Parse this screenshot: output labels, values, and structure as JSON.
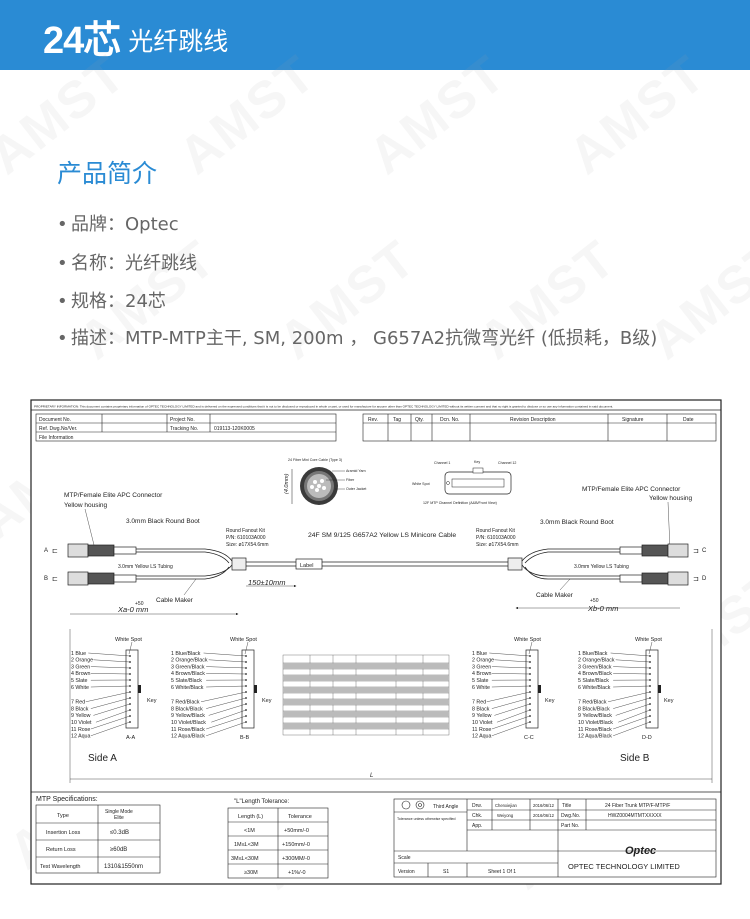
{
  "header": {
    "title_big": "24芯",
    "title_small": "光纤跳线"
  },
  "section": {
    "title": "产品简介"
  },
  "bullets": [
    "品牌：Optec",
    "名称：光纤跳线",
    "规格：24芯",
    "描述：MTP-MTP主干, SM, 200m ，  G657A2抗微弯光纤 (低损耗，B级)"
  ],
  "watermark": "AMST",
  "drawing": {
    "prop_note": "PROPRIETARY INFORMATION: This document contains proprietary information of OPTEC TECHNOLOGY LIMITED and is delivered on the expressed conditions that it is not to be disclosed or reproduced in whole or part, or used for manufacture for anyone other than OPTEC TECHNOLOGY LIMITED without its written consent and that no right is granted to disclose or so use any information contained in said document.",
    "title_rows": [
      [
        "Document No.",
        "",
        "Project No.",
        ""
      ],
      [
        "Ref. Dwg.No/Ver.",
        "",
        "Tracking No.",
        "019113-120K0005"
      ],
      [
        "File Information",
        "",
        "",
        ""
      ]
    ],
    "rev_headers": [
      "Rev.",
      "Tag",
      "Qty.",
      "Dcn. No.",
      "Revision Description",
      "Signature",
      "Date"
    ],
    "left_connector": [
      "MTP/Female Elite APC Connector",
      "Yellow housing"
    ],
    "right_connector": [
      "MTP/Female Elite APC Connector",
      "Yellow housing"
    ],
    "boot": "3.0mm Black Round Boot",
    "tubing": "3.0mm Yellow LS Tubing",
    "cable_maker": "Cable Maker",
    "fanout": [
      "Round Fanout Kit",
      "P/N: 610103A000",
      "Size: ø17X54.6mm"
    ],
    "main_cable": "24F SM 9/125  G657A2 Yellow LS Minicore Cable",
    "label": "Label",
    "dim_label": "150±10mm",
    "xa": "Xa-0 mm",
    "xb": "Xb-0 mm",
    "tol": "+50",
    "end_labels": {
      "a": "A",
      "b": "B",
      "c": "C",
      "d": "D"
    },
    "cross_section": {
      "title": "24 Fiber Mini Core Cable (Type 3)",
      "labels": [
        "Aramid Yarn",
        "Fiber",
        "Outer Jacket"
      ],
      "dim": "(4.0mm)"
    },
    "channel_def": {
      "ch1": "Channel 1",
      "key": "Key",
      "ch12": "Channel 12",
      "white_spot": "White Spot",
      "caption": "12F MTP Channel Definition (A&B/Front View)"
    },
    "white_spot": "White Spot",
    "key": "Key",
    "fibers_1": [
      "1 Blue",
      "2 Orange",
      "3 Green",
      "4 Brown",
      "5 Slate",
      "6 White",
      "7 Red",
      "8 Black",
      "9 Yellow",
      "10 Violet",
      "11 Rose",
      "12 Aqua"
    ],
    "fibers_2": [
      "1 Blue/Black",
      "2 Orange/Black",
      "3 Green/Black",
      "4 Brown/Black",
      "5 Slate/Black",
      "6 White/Black",
      "7 Red/Black",
      "8 Black/Black",
      "9 Yellow/Black",
      "10 Violet/Black",
      "11 Rose/Black",
      "12 Aqua/Black"
    ],
    "side_a": "Side A",
    "side_b": "Side B",
    "sec_labels": [
      "A-A",
      "B-B",
      "C-C",
      "D-D"
    ],
    "length_mark": "L",
    "spec_title": "MTP Specifications:",
    "spec_rows": [
      [
        "Type",
        "Single Mode Elite"
      ],
      [
        "Insertion Loss",
        "≤0.3dB"
      ],
      [
        "Return Loss",
        "≥60dB"
      ],
      [
        "Test Wavelength",
        "1310&1550nm"
      ]
    ],
    "len_title": "\"L\"Length Tolerance:",
    "len_rows": [
      [
        "Length (L)",
        "Tolerance"
      ],
      [
        "<1M",
        "+50mm/-0"
      ],
      [
        "1M≤L<3M",
        "+150mm/-0"
      ],
      [
        "3M≤L<30M",
        "+300MM/-0"
      ],
      [
        "≥30M",
        "+1%/-0"
      ]
    ],
    "tb": {
      "third_angle": "Third Angle",
      "tol_note": "Tolerance unless otherwise specified",
      "drw": "Drw.",
      "drw_name": "Chenxiejian",
      "drw_date": "2016/06/12",
      "chk": "Chk.",
      "chk_name": "Weiyong",
      "chk_date": "2016/06/12",
      "app": "App.",
      "title_lbl": "Title",
      "title_val": "24 Fiber Trunk MTP/F-MTP/F",
      "dwg_lbl": "Dwg.No.",
      "dwg_val": "HWZ0004MTMTXXXXX",
      "part_lbl": "Part No.",
      "scale": "Scale",
      "version": "Version",
      "version_val": "S1",
      "sheet": "Sheet 1 Of 1",
      "logo": "Optec",
      "company": "OPTEC TECHNOLOGY LIMITED"
    }
  }
}
